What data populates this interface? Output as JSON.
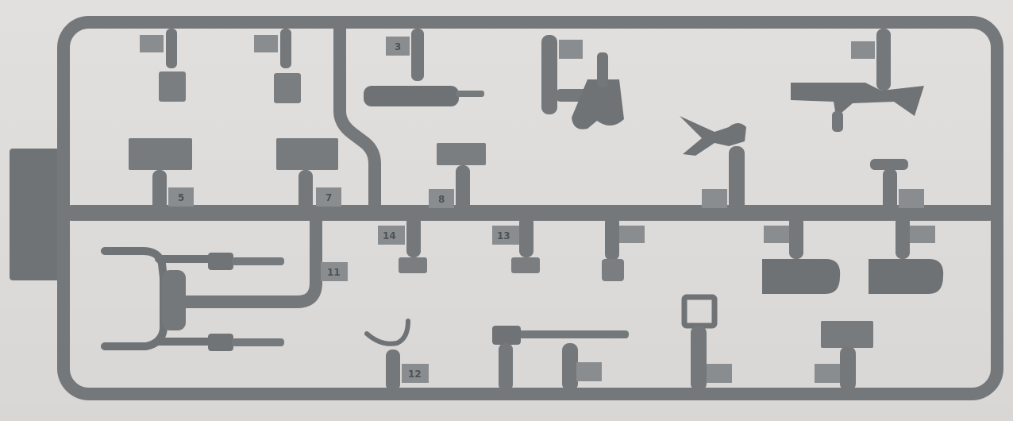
{
  "photo": {
    "colors": {
      "background": "#dcdad8",
      "plastic": "#777b7e",
      "plastic_dark": "#5e6265",
      "plastic_light": "#8b8f92",
      "tab": "#8a8d90",
      "label_text": "#4f5255"
    },
    "part_numbers": [
      {
        "id": "p3",
        "text": "3"
      },
      {
        "id": "p5",
        "text": "5"
      },
      {
        "id": "p7",
        "text": "7"
      },
      {
        "id": "p8",
        "text": "8"
      },
      {
        "id": "p11",
        "text": "11"
      },
      {
        "id": "p12",
        "text": "12"
      },
      {
        "id": "p13",
        "text": "13"
      },
      {
        "id": "p14",
        "text": "14"
      }
    ]
  }
}
